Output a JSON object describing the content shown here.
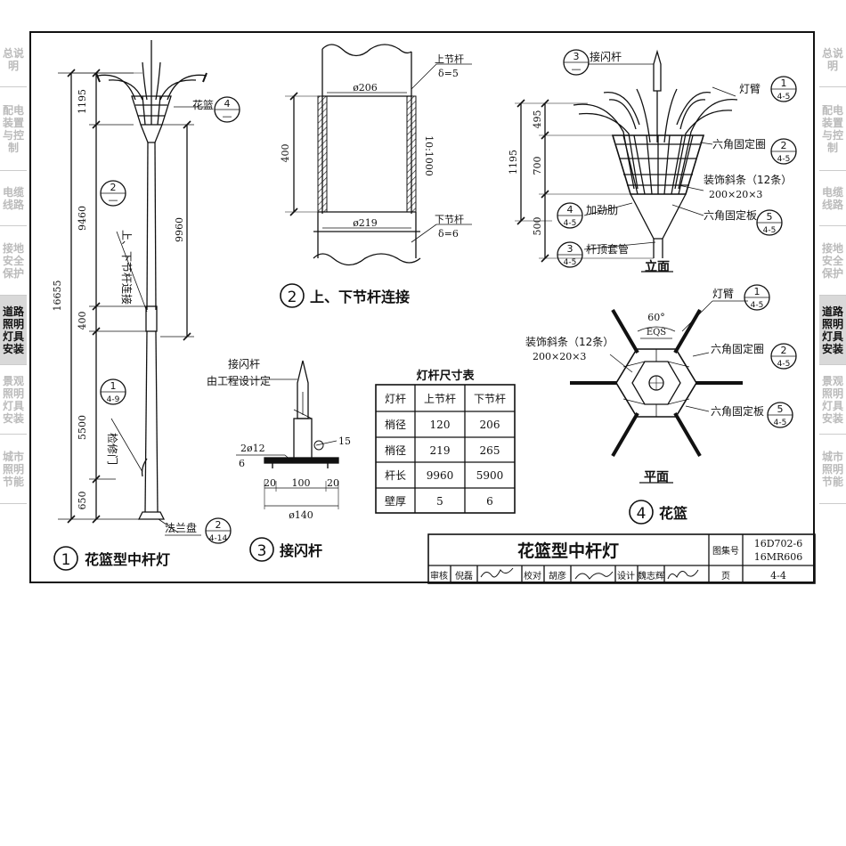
{
  "sidebar_left": [
    "总说明",
    "配电装置与控制",
    "电缆线路",
    "接地安全保护",
    "道路照明灯具安装",
    "景观照明灯具安装",
    "城市照明节能"
  ],
  "sidebar_right": [
    "总说明",
    "配电装置与控制",
    "电缆线路",
    "接地安全保护",
    "道路照明灯具安装",
    "景观照明灯具安装",
    "城市照明节能"
  ],
  "sidebar_active": "道路照明灯具安装",
  "fig1": {
    "num": "1",
    "title": "花篮型中杆灯",
    "dims": [
      "1195",
      "9460",
      "400",
      "5500",
      "650",
      "16655",
      "9960"
    ],
    "labels": {
      "basket": "花篮",
      "joint": "上、下节杆连接",
      "door": "检修门",
      "flange": "法兰盘"
    },
    "refs": {
      "basket": [
        "4",
        "—"
      ],
      "joint": [
        "2",
        "—"
      ],
      "door": [
        "1",
        "4-9"
      ],
      "flange": [
        "2",
        "4-14"
      ]
    }
  },
  "fig2": {
    "num": "2",
    "title": "上、下节杆连接",
    "labels": {
      "upper": "上节杆",
      "upper_t": "δ=5",
      "lower": "下节杆",
      "lower_t": "δ=6",
      "d1": "ø206",
      "d2": "ø219",
      "len": "400",
      "taper": "10:1000"
    }
  },
  "fig3": {
    "num": "3",
    "title": "接闪杆",
    "labels": {
      "rod": "接闪杆",
      "note": "由工程设计定",
      "bolt": "2ø12",
      "weld": "15",
      "t": "6",
      "w1": "20",
      "w2": "100",
      "w3": "20",
      "dia": "ø140"
    }
  },
  "fig4": {
    "num": "4",
    "title": "花篮",
    "elev": "立面",
    "plan": "平面",
    "labels": {
      "rod": "接闪杆",
      "arm": "灯臂",
      "ring": "六角固定圈",
      "strip": "装饰斜条（12条）",
      "strip_size": "200×20×3",
      "rib": "加劲肋",
      "plate": "六角固定板",
      "sleeve": "杆顶套管",
      "angle": "60°",
      "eqs": "EQS"
    },
    "dims": [
      "1195",
      "495",
      "700",
      "500"
    ],
    "refs": {
      "rod": [
        "3",
        "—"
      ],
      "arm": [
        "1",
        "4-5"
      ],
      "ring": [
        "2",
        "4-5"
      ],
      "plate": [
        "5",
        "4-5"
      ],
      "rib": [
        "4",
        "4-5"
      ],
      "sleeve": [
        "3",
        "4-5"
      ]
    }
  },
  "table": {
    "title": "灯杆尺寸表",
    "headers": [
      "灯杆",
      "上节杆",
      "下节杆"
    ],
    "rows": [
      [
        "梢径",
        "120",
        "206"
      ],
      [
        "梢径",
        "219",
        "265"
      ],
      [
        "杆长",
        "9960",
        "5900"
      ],
      [
        "壁厚",
        "5",
        "6"
      ]
    ]
  },
  "title_block": {
    "title": "花篮型中杆灯",
    "atlas_label": "图集号",
    "atlas_no": [
      "16D702-6",
      "16MR606"
    ],
    "page_label": "页",
    "page_no": "4-4",
    "review": "审核",
    "reviewer": "倪磊",
    "check": "校对",
    "checker": "胡彦",
    "design": "设计",
    "designer": "魏志辉"
  }
}
